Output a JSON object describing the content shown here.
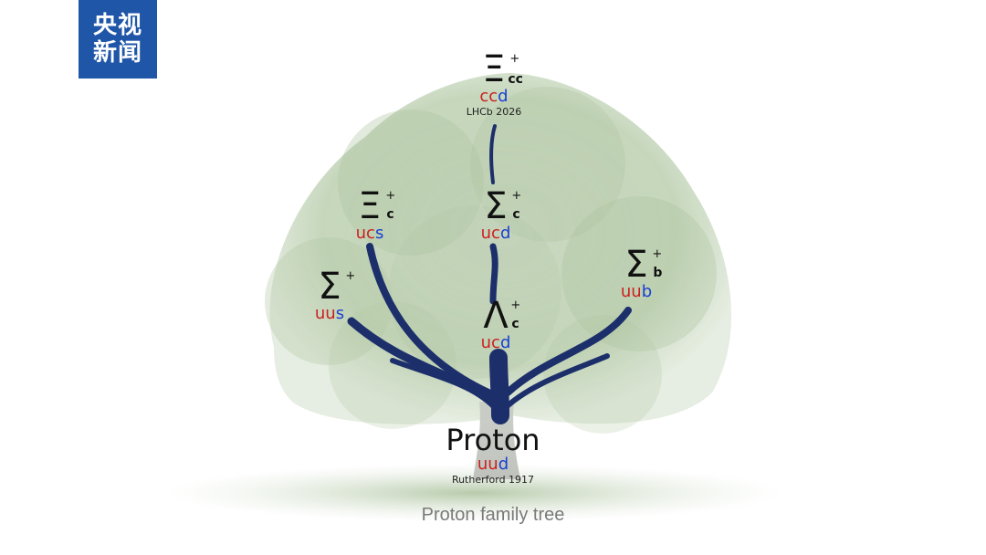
{
  "logo": {
    "line1": "央视",
    "line2": "新闻"
  },
  "caption": "Proton family tree",
  "particles": {
    "xi_cc": {
      "symbol": "Ξ",
      "charge": "+",
      "subscript": "cc",
      "quarks_red": "cc",
      "quarks_blue": "d",
      "note": "LHCb 2026"
    },
    "xi_c": {
      "symbol": "Ξ",
      "charge": "+",
      "subscript": "c",
      "quarks_red": "uc",
      "quarks_blue": "s"
    },
    "sigma_c": {
      "symbol": "Σ",
      "charge": "+",
      "subscript": "c",
      "quarks_red": "uc",
      "quarks_blue": "d"
    },
    "sigma_b": {
      "symbol": "Σ",
      "charge": "+",
      "subscript": "b",
      "quarks_red": "uu",
      "quarks_blue": "b"
    },
    "sigma": {
      "symbol": "Σ",
      "charge": "+",
      "subscript": "",
      "quarks_red": "uu",
      "quarks_blue": "s"
    },
    "lambda_c": {
      "symbol": "Λ",
      "charge": "+",
      "subscript": "c",
      "quarks_red": "uc",
      "quarks_blue": "d"
    },
    "proton": {
      "name": "Proton",
      "quarks_red": "uu",
      "quarks_blue": "d",
      "note": "Rutherford 1917"
    }
  },
  "colors": {
    "branch": "#1c2f6b",
    "quark_red": "#cc1f1f",
    "quark_blue": "#1b3fd1",
    "foliage": "#8fae7c",
    "logo_bg": "#1f56a8"
  }
}
